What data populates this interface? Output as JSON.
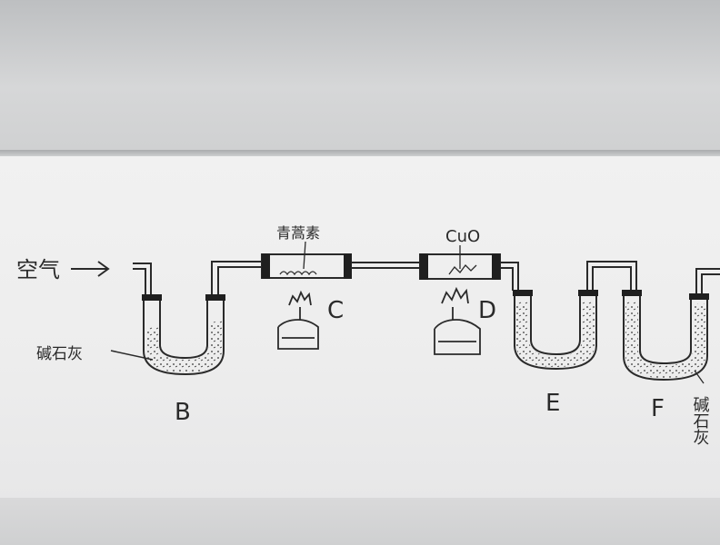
{
  "labels": {
    "air": "空气",
    "soda_lime_left": "碱石灰",
    "soda_lime_right": "碱石灰",
    "substance_c": "青蒿素",
    "substance_d": "CuO",
    "letter_b": "B",
    "letter_c": "C",
    "letter_d": "D",
    "letter_e": "E",
    "letter_f": "F"
  },
  "colors": {
    "ink": "#2a2a2a",
    "paper": "#efefef",
    "background": "#c9cbcd"
  }
}
